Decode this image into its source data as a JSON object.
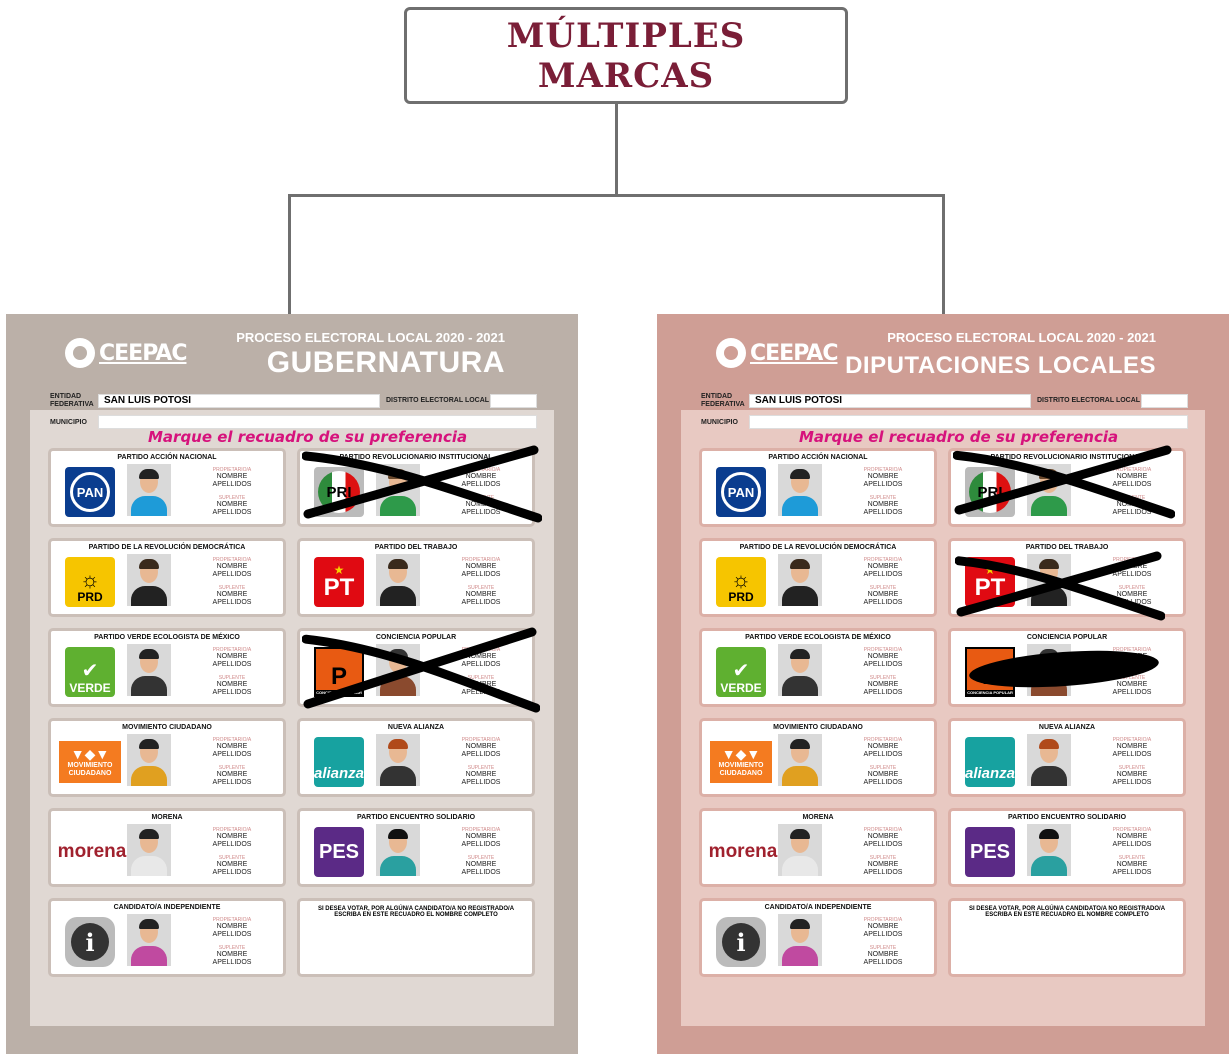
{
  "title": {
    "line1": "MÚLTIPLES",
    "line2": "MARCAS"
  },
  "ballots": [
    {
      "logo": "CEEPAC",
      "process": "PROCESO ELECTORAL LOCAL 2020 - 2021",
      "title": "GUBERNATURA",
      "entity_label": "ENTIDAD FEDERATIVA",
      "entity_value": "SAN LUIS POTOSI",
      "district_label": "DISTRITO ELECTORAL LOCAL",
      "municipality_label": "MUNICIPIO",
      "instruction": "Marque el recuadro de su preferencia",
      "marks": "X on PRI and CONCIENCIA POPULAR"
    },
    {
      "logo": "CEEPAC",
      "process": "PROCESO ELECTORAL LOCAL 2020 - 2021",
      "title": "DIPUTACIONES LOCALES",
      "entity_label": "ENTIDAD FEDERATIVA",
      "entity_value": "SAN LUIS POTOSI",
      "district_label": "DISTRITO ELECTORAL LOCAL",
      "municipality_label": "MUNICIPIO",
      "instruction": "Marque el recuadro de su preferencia",
      "marks": "X on PRI and PT, scribble on CONCIENCIA POPULAR"
    }
  ],
  "parties": [
    {
      "name": "PARTIDO ACCIÓN NACIONAL",
      "logo_text": "PAN",
      "logo_color": "#0a3d8f"
    },
    {
      "name": "PARTIDO REVOLUCIONARIO INSTITUCIONAL",
      "logo_text": "PRI",
      "logo_color": "#2e8b3c"
    },
    {
      "name": "PARTIDO DE LA REVOLUCIÓN DEMOCRÁTICA",
      "logo_text": "PRD",
      "logo_color": "#f6c500"
    },
    {
      "name": "PARTIDO DEL TRABAJO",
      "logo_text": "PT",
      "logo_color": "#e00a12"
    },
    {
      "name": "PARTIDO VERDE ECOLOGISTA DE MÉXICO",
      "logo_text": "VERDE",
      "logo_color": "#5fb030"
    },
    {
      "name": "CONCIENCIA POPULAR",
      "logo_text": "CONCIENCIA POPULAR",
      "logo_color": "#e85a12"
    },
    {
      "name": "MOVIMIENTO CIUDADANO",
      "logo_text": "MOVIMIENTO CIUDADANO",
      "logo_color": "#f47b20"
    },
    {
      "name": "NUEVA ALIANZA",
      "logo_text": "alianza",
      "logo_color": "#17a2a0"
    },
    {
      "name": "MORENA",
      "logo_text": "morena",
      "logo_color": "#a0212e"
    },
    {
      "name": "PARTIDO ENCUENTRO SOLIDARIO",
      "logo_text": "PES",
      "logo_color": "#5b2a86"
    },
    {
      "name": "CANDIDATO/A INDEPENDIENTE",
      "logo_text": "i",
      "logo_color": "#333333"
    }
  ],
  "roles": {
    "owner": "PROPIETARIO/A",
    "substitute": "SUPLENTE",
    "first": "NOMBRE",
    "last": "APELLIDOS"
  },
  "write_in": "SI DESEA VOTAR, POR ALGÚN/A CANDIDATO/A NO REGISTRADO/A ESCRIBA EN ESTE RECUADRO EL NOMBRE COMPLETO"
}
